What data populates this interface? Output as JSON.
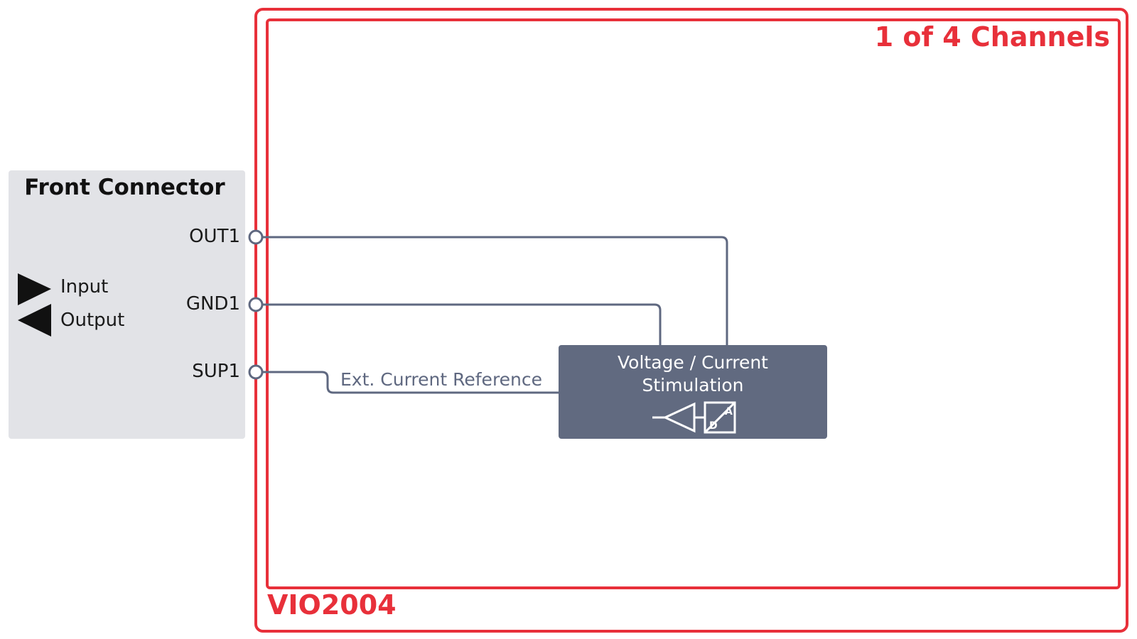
{
  "front_connector": {
    "title": "Front Connector",
    "legend": {
      "input_label": "Input",
      "output_label": "Output"
    },
    "pins": [
      "OUT1",
      "GND1",
      "SUP1"
    ]
  },
  "device": {
    "name": "VIO2004",
    "channels_label": "1 of 4 Channels",
    "frame_color": "#e8303a"
  },
  "stimulation_block": {
    "title_line1": "Voltage / Current",
    "title_line2": "Stimulation",
    "adc_symbol": {
      "top": "A",
      "bottom": "D"
    },
    "fill_color": "#616a80"
  },
  "signals": {
    "ext_reference_label": "Ext. Current Reference"
  },
  "wire_color": "#5f6880"
}
